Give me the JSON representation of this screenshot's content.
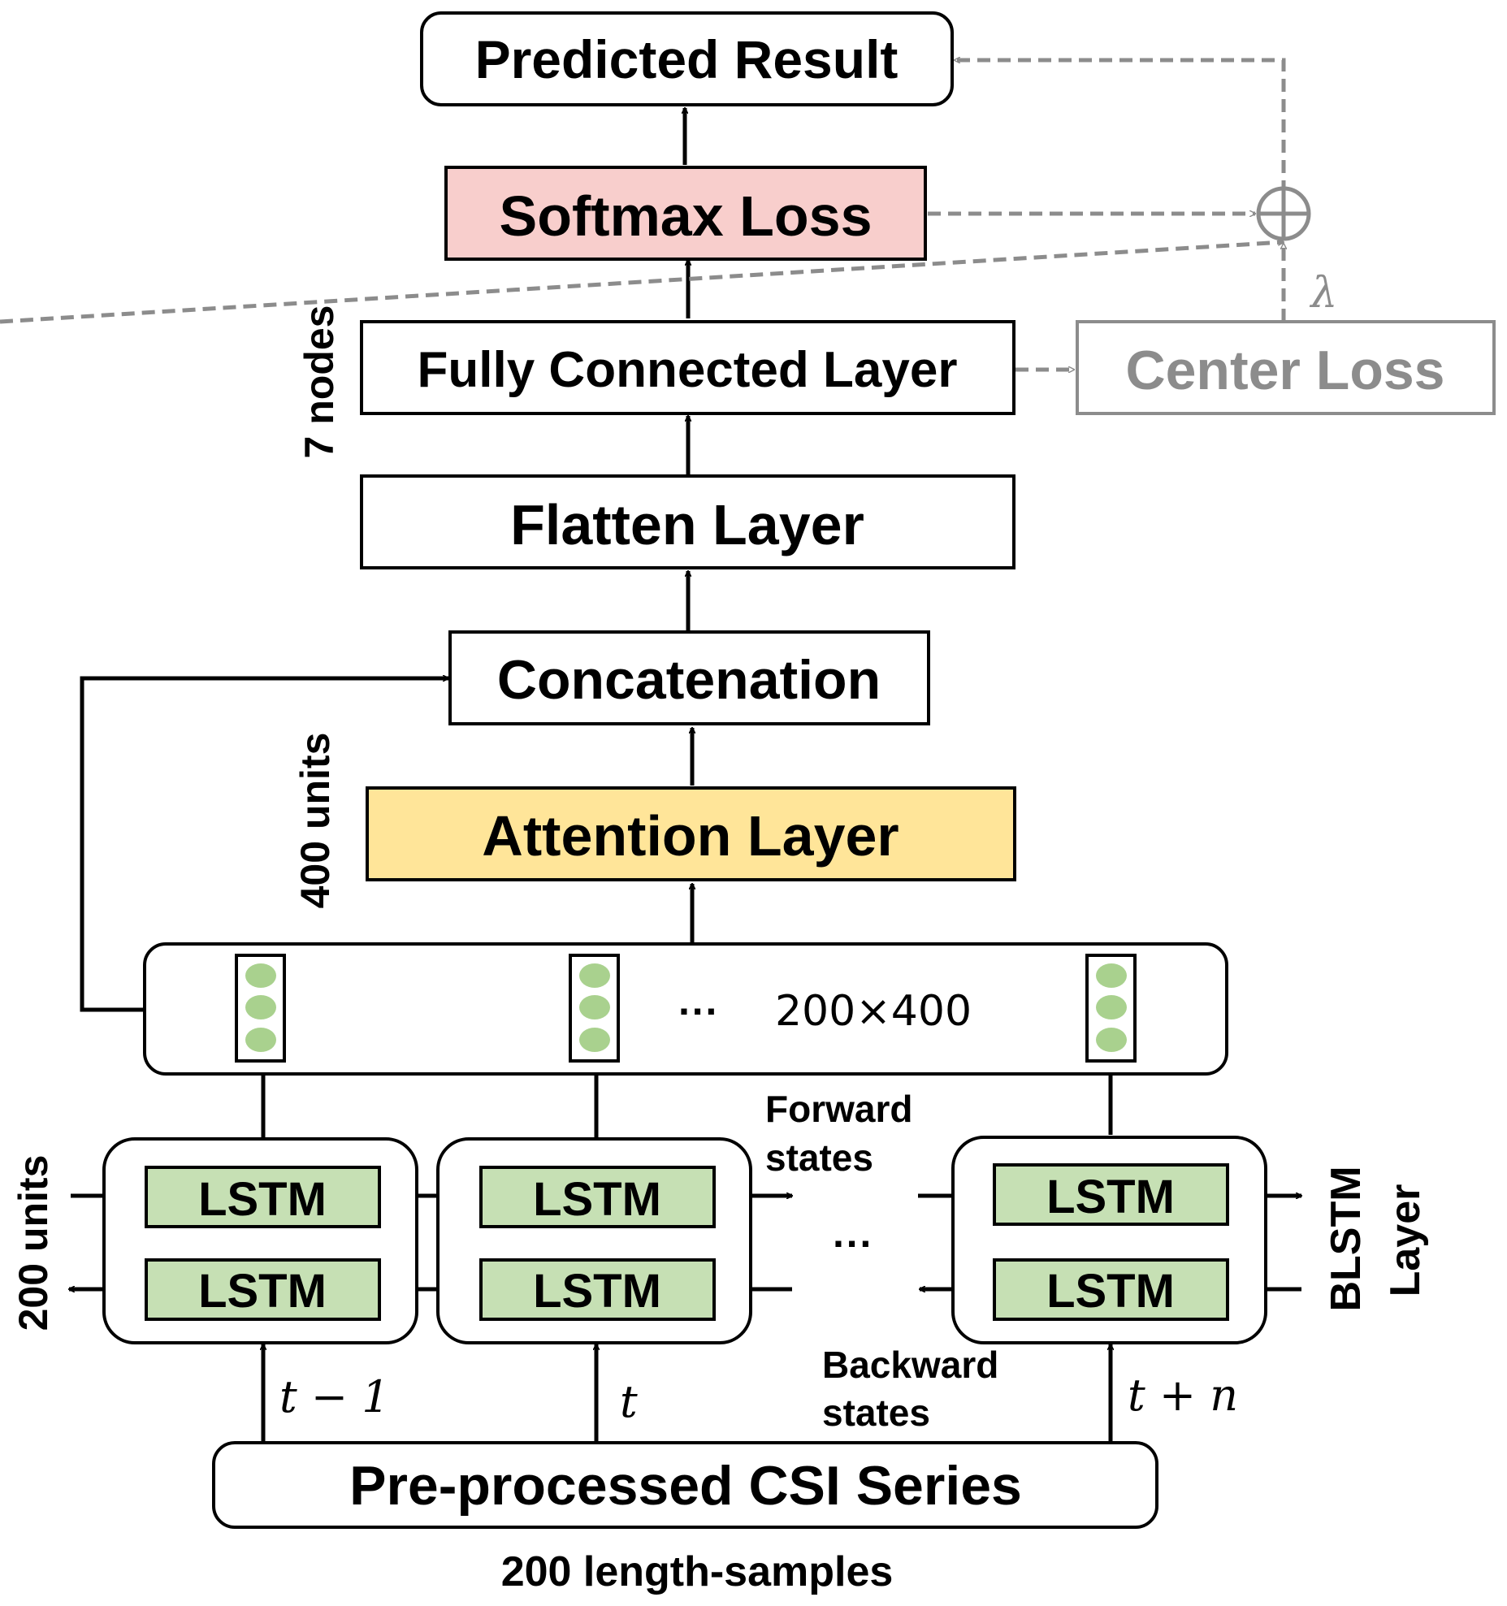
{
  "diagram": {
    "predicted_result": "Predicted Result",
    "softmax_loss": "Softmax Loss",
    "fully_connected_layer": "Fully Connected Layer",
    "center_loss": "Center Loss",
    "flatten_layer": "Flatten Layer",
    "concatenation": "Concatenation",
    "attention_layer": "Attention Layer",
    "csi_series": "Pre-processed CSI Series",
    "lambda": "λ",
    "nodes_label": "7 nodes",
    "attention_units_label": "400 units",
    "lstm_units_label": "200 units",
    "matrix_dims": "200×400",
    "ellipsis": "···",
    "lstm_label": "LSTM",
    "forward_states": [
      "Forward",
      "states"
    ],
    "backward_states": [
      "Backward",
      "states"
    ],
    "blstm_layer": [
      "BLSTM",
      "Layer"
    ],
    "time_steps": [
      "t − 1",
      "t",
      "t + n"
    ],
    "samples_label": "200 length-samples"
  },
  "colors": {
    "softmax_fill": "#f8cecc",
    "attention_fill": "#ffe599",
    "lstm_fill": "#c6e0b4",
    "node_dot": "#a9d18e",
    "center_loss_gray": "#8c8c8c"
  }
}
